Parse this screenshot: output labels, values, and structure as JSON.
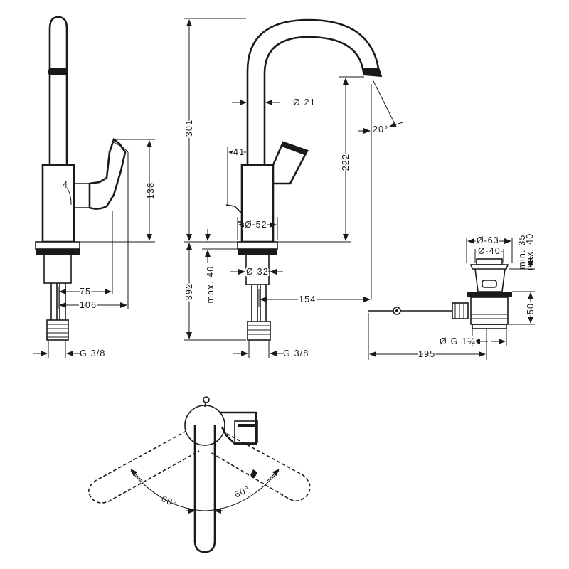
{
  "dimensions": {
    "d21": "Ø 21",
    "angle_20": "20°",
    "h301": "301",
    "d41": "41",
    "h222": "222",
    "h138": "138",
    "d52": "Ø 52",
    "d32": "Ø 32",
    "max40": "max. 40",
    "h392": "392",
    "w75": "75",
    "w106": "106",
    "w154": "154",
    "g38_left": "G 3/8",
    "g38_mid": "G 3/8",
    "d63": "Ø 63",
    "d40": "Ø 40",
    "min35": "min. 35",
    "max40_waste": "max. 40",
    "h50": "50",
    "g114": "Ø G 1¼",
    "w195": "195",
    "rot_left": "60°",
    "rot_right": "60°"
  },
  "side_marker": "4"
}
